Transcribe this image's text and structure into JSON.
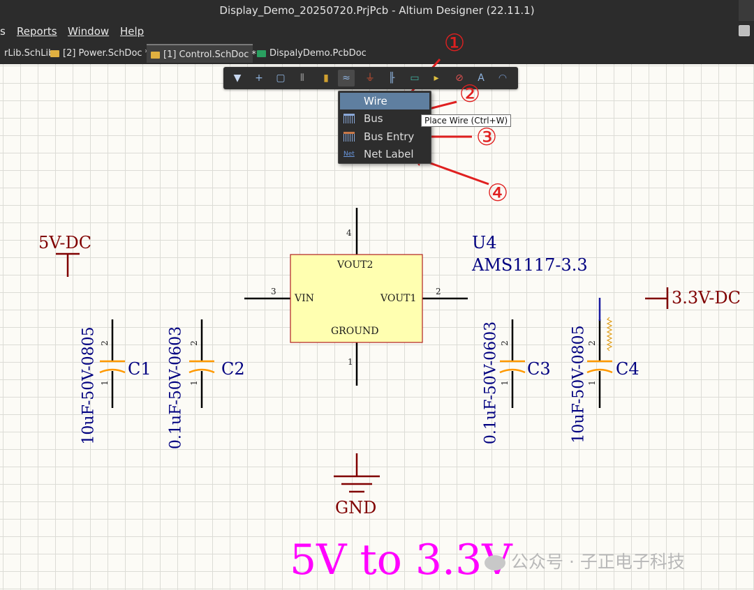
{
  "window": {
    "title": "Display_Demo_20250720.PrjPcb - Altium Designer (22.11.1)"
  },
  "menu": {
    "items": [
      "s",
      "Reports",
      "Window",
      "Help"
    ]
  },
  "tabs": [
    {
      "label": "rLib.SchLib",
      "active": false
    },
    {
      "label": "[2] Power.SchDoc *",
      "active": false
    },
    {
      "label": "[1] Control.SchDoc *",
      "active": true
    },
    {
      "label": "DispalyDemo.PcbDoc",
      "active": false
    }
  ],
  "toolbar": {
    "icons": [
      "filter-icon",
      "cross-icon",
      "select-rect-icon",
      "align-icon",
      "part-icon",
      "wire-icon",
      "power-port-icon",
      "harness-icon",
      "sheet-symbol-icon",
      "port-icon",
      "no-erc-icon",
      "text-icon",
      "arc-icon"
    ]
  },
  "dropdown": {
    "items": [
      "Wire",
      "Bus",
      "Bus Entry",
      "Net Label"
    ],
    "highlighted": "Wire",
    "net_icon_text": "Net"
  },
  "tooltip": "Place Wire (Ctrl+W)",
  "callouts": [
    "①",
    "②",
    "③",
    "④"
  ],
  "schematic": {
    "component": {
      "designator": "U4",
      "part": "AMS1117-3.3",
      "pins": {
        "vout2": "VOUT2",
        "vin": "VIN",
        "vout1": "VOUT1",
        "ground": "GROUND"
      },
      "pin_numbers": {
        "top": "4",
        "left": "3",
        "right": "2",
        "bottom": "1"
      }
    },
    "power_ports": {
      "in": "5V-DC",
      "out": "3.3V-DC",
      "gnd": "GND"
    },
    "capacitors": [
      {
        "designator": "C1",
        "value": "10uF-50V-0805"
      },
      {
        "designator": "C2",
        "value": "0.1uF-50V-0603"
      },
      {
        "designator": "C3",
        "value": "0.1uF-50V-0603"
      },
      {
        "designator": "C4",
        "value": "10uF-50V-0805"
      }
    ],
    "cap_pin_numbers": [
      "2",
      "1"
    ],
    "title_text": "5V to 3.3V"
  },
  "watermark": "公众号 · 子正电子科技",
  "colors": {
    "wire": "#000000",
    "power": "#800000",
    "designator": "#000080",
    "cap": "#ff9900",
    "component_fill": "#ffffb0",
    "title": "#ff00ff",
    "callout": "#e02020"
  }
}
